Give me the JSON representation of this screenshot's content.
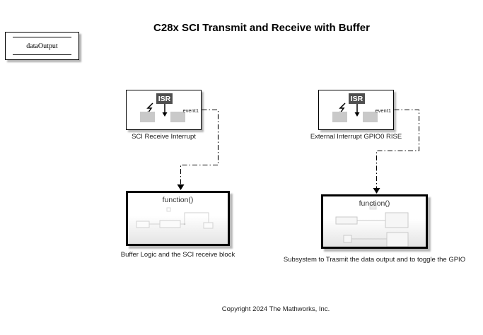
{
  "title": "C28x SCI Transmit and Receive with Buffer",
  "blocks": {
    "data_store": {
      "label": "dataOutput"
    },
    "isr": [
      {
        "badge": "ISR",
        "port_label": "event1",
        "caption": "SCI Receive Interrupt"
      },
      {
        "badge": "ISR",
        "port_label": "event1",
        "caption": "External Interrupt GPIO0 RISE"
      }
    ],
    "subsystems": [
      {
        "header": "function()",
        "caption": "Buffer Logic and the SCI receive block"
      },
      {
        "header": "function()",
        "caption": "Subsystem to Trasmit the data output and to toggle the GPIO"
      }
    ]
  },
  "connections": [
    {
      "from": "SCI Receive Interrupt/event1",
      "to": "Buffer Logic and the SCI receive block",
      "style": "dash-dot"
    },
    {
      "from": "External Interrupt GPIO0 RISE/event1",
      "to": "Subsystem to Trasmit the data output and to toggle the GPIO",
      "style": "dash-dot"
    }
  ],
  "icons": {
    "isr_trigger": "lightning-arrow-icon",
    "isr_output": "down-arrow-icon"
  },
  "colors": {
    "background": "#ffffff",
    "badge_bg": "#4f4f4f",
    "badge_text": "#ffffff",
    "port_fill": "#c9c9c9",
    "wire": "#000000",
    "mini_diagram_stroke": "#d2d2d2"
  },
  "footer": {
    "copyright": "Copyright 2024 The Mathworks, Inc."
  }
}
